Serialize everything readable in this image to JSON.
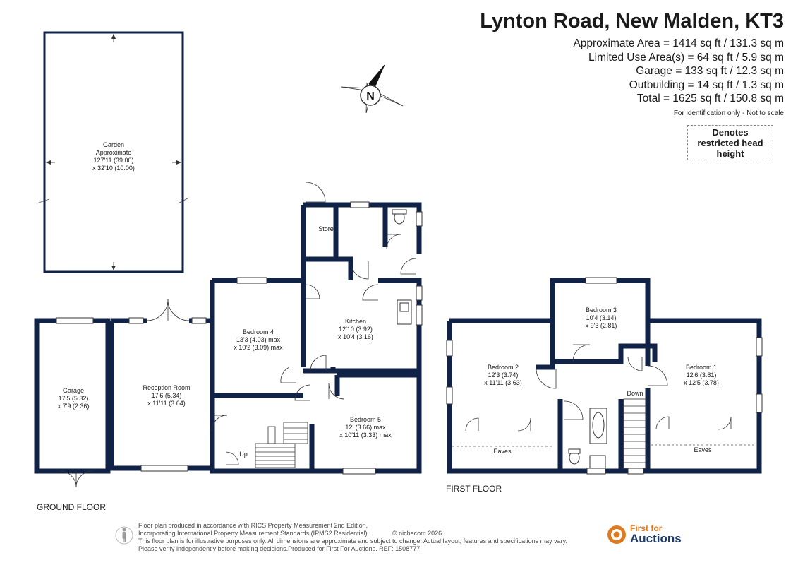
{
  "header": {
    "title": "Lynton Road, New Malden, KT3",
    "areas": [
      "Approximate Area = 1414 sq ft / 131.3 sq m",
      "Limited Use Area(s) = 64 sq ft / 5.9 sq m",
      "Garage = 133 sq ft / 12.3 sq m",
      "Outbuilding = 14 sq ft / 1.3 sq m",
      "Total = 1625 sq ft / 150.8  sq m"
    ],
    "ident_note": "For identification only - Not to scale",
    "restricted_label": "Denotes restricted head height"
  },
  "compass": {
    "letter": "N"
  },
  "garden": {
    "line1": "Garden",
    "line2": "Approximate",
    "line3": "127'11 (39.00)",
    "line4": "x 32'10 (10.00)"
  },
  "ground_floor": {
    "label": "GROUND FLOOR",
    "garage": {
      "name": "Garage",
      "dim1": "17'5 (5.32)",
      "dim2": "x 7'9 (2.36)"
    },
    "reception": {
      "name": "Reception Room",
      "dim1": "17'6 (5.34)",
      "dim2": "x 11'11 (3.64)"
    },
    "bedroom4": {
      "name": "Bedroom 4",
      "dim1": "13'3 (4.03) max",
      "dim2": "x 10'2 (3.09) max"
    },
    "kitchen": {
      "name": "Kitchen",
      "dim1": "12'10 (3.92)",
      "dim2": "x 10'4 (3.16)"
    },
    "bedroom5": {
      "name": "Bedroom 5",
      "dim1": "12' (3.66) max",
      "dim2": "x 10'11 (3.33) max"
    },
    "store": "Store",
    "up": "Up"
  },
  "first_floor": {
    "label": "FIRST FLOOR",
    "bedroom2": {
      "name": "Bedroom 2",
      "dim1": "12'3 (3.74)",
      "dim2": "x 11'11 (3.63)"
    },
    "bedroom3": {
      "name": "Bedroom 3",
      "dim1": "10'4 (3.14)",
      "dim2": "x 9'3 (2.81)"
    },
    "bedroom1": {
      "name": "Bedroom 1",
      "dim1": "12'6 (3.81)",
      "dim2": "x 12'5 (3.78)"
    },
    "eaves_left": "Eaves",
    "eaves_right": "Eaves",
    "down": "Down"
  },
  "footer": {
    "lines": [
      "Floor plan produced in accordance with RICS Property Measurement 2nd Edition,",
      "Incorporating International Property Measurement Standards (IPMS2 Residential).",
      "This floor plan is for illustrative purposes only. All dimensions are approximate and subject to change. Actual layout, features and specifications may vary.",
      "Please verify independently before making decisions.Produced for First For Auctions.  REF:  1508777"
    ],
    "copyright": "© nichecom 2026."
  },
  "logo": {
    "line1": "First for",
    "line2": "Auctions"
  },
  "colors": {
    "wall": "#102347",
    "text": "#1a1a1a",
    "logo_orange": "#e07a1f",
    "logo_blue": "#1d3a6b"
  }
}
